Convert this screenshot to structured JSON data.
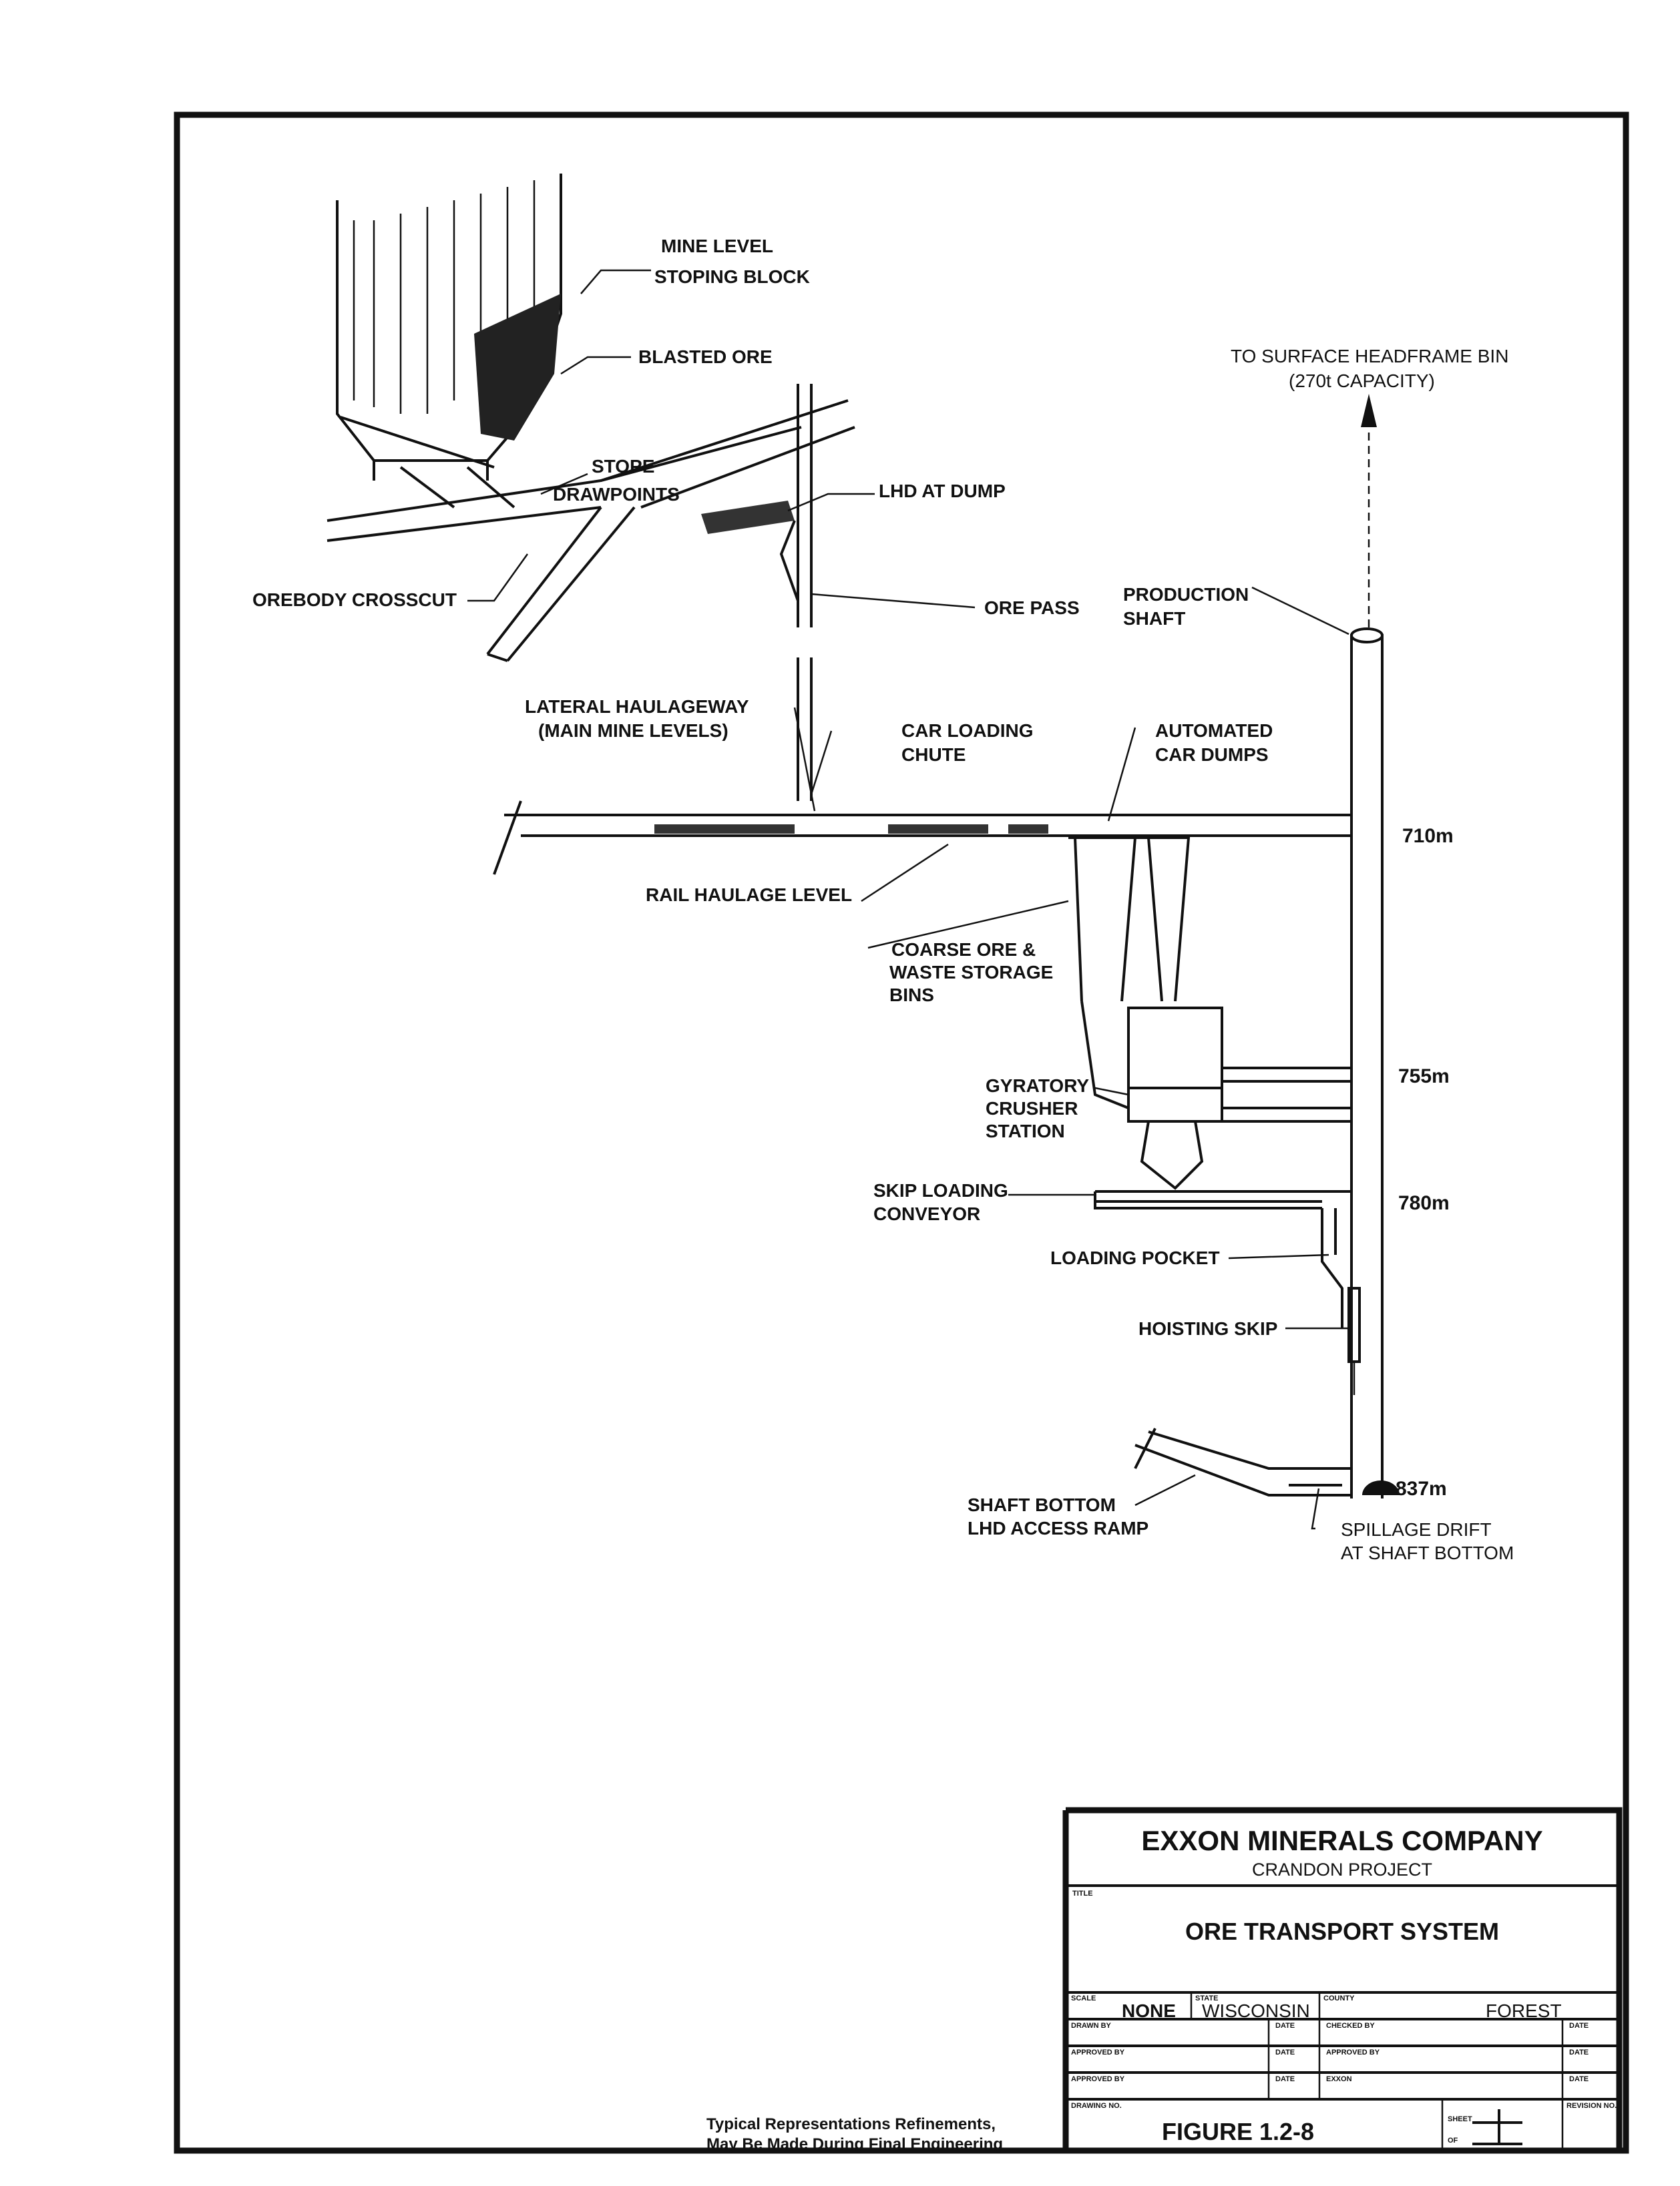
{
  "drawing": {
    "labels": {
      "mine_level": "MINE LEVEL",
      "stoping_block": "STOPING BLOCK",
      "blasted_ore": "BLASTED ORE",
      "stope": "STOPE",
      "drawpoints": "DRAWPOINTS",
      "lhd_at_dump": "LHD AT DUMP",
      "ore_pass": "ORE PASS",
      "orebody_crosscut": "OREBODY CROSSCUT",
      "lateral_haulageway": "LATERAL HAULAGEWAY",
      "main_mine_levels": "(MAIN MINE LEVELS)",
      "car_loading": "CAR LOADING",
      "chute": "CHUTE",
      "automated": "AUTOMATED",
      "car_dumps": "CAR DUMPS",
      "to_surface": "TO SURFACE HEADFRAME BIN",
      "capacity": "(270t CAPACITY)",
      "production": "PRODUCTION",
      "shaft": "SHAFT",
      "rail_haulage_level": "RAIL HAULAGE LEVEL",
      "coarse_ore": "COARSE ORE &",
      "waste_storage": "WASTE STORAGE",
      "bins": "BINS",
      "gyratory": "GYRATORY",
      "crusher": "CRUSHER",
      "station": "STATION",
      "skip_loading": "SKIP LOADING",
      "conveyor": "CONVEYOR",
      "loading_pocket": "LOADING POCKET",
      "hoisting_skip": "HOISTING SKIP",
      "shaft_bottom": "SHAFT BOTTOM",
      "lhd_access_ramp": "LHD ACCESS RAMP",
      "spillage_drift": "SPILLAGE DRIFT",
      "at_shaft_bottom": "AT SHAFT BOTTOM"
    },
    "levels": [
      "710m",
      "755m",
      "780m",
      "837m"
    ]
  },
  "note": {
    "line1": "Typical Representations Refinements,",
    "line2": "May Be Made During Final Engineering"
  },
  "title_block": {
    "company": "EXXON MINERALS COMPANY",
    "project": "CRANDON PROJECT",
    "title_caption": "TITLE",
    "title": "ORE TRANSPORT SYSTEM",
    "scale_caption": "SCALE",
    "scale": "NONE",
    "state_caption": "STATE",
    "state": "WISCONSIN",
    "county_caption": "COUNTY",
    "county": "FOREST",
    "drawn_by": "DRAWN BY",
    "checked_by": "CHECKED BY",
    "approved_by": "APPROVED BY",
    "exxon": "EXXON",
    "date": "DATE",
    "drawing_no_caption": "DRAWING NO.",
    "figure": "FIGURE 1.2-8",
    "sheet": "SHEET",
    "of": "OF",
    "revision_no": "REVISION NO."
  }
}
